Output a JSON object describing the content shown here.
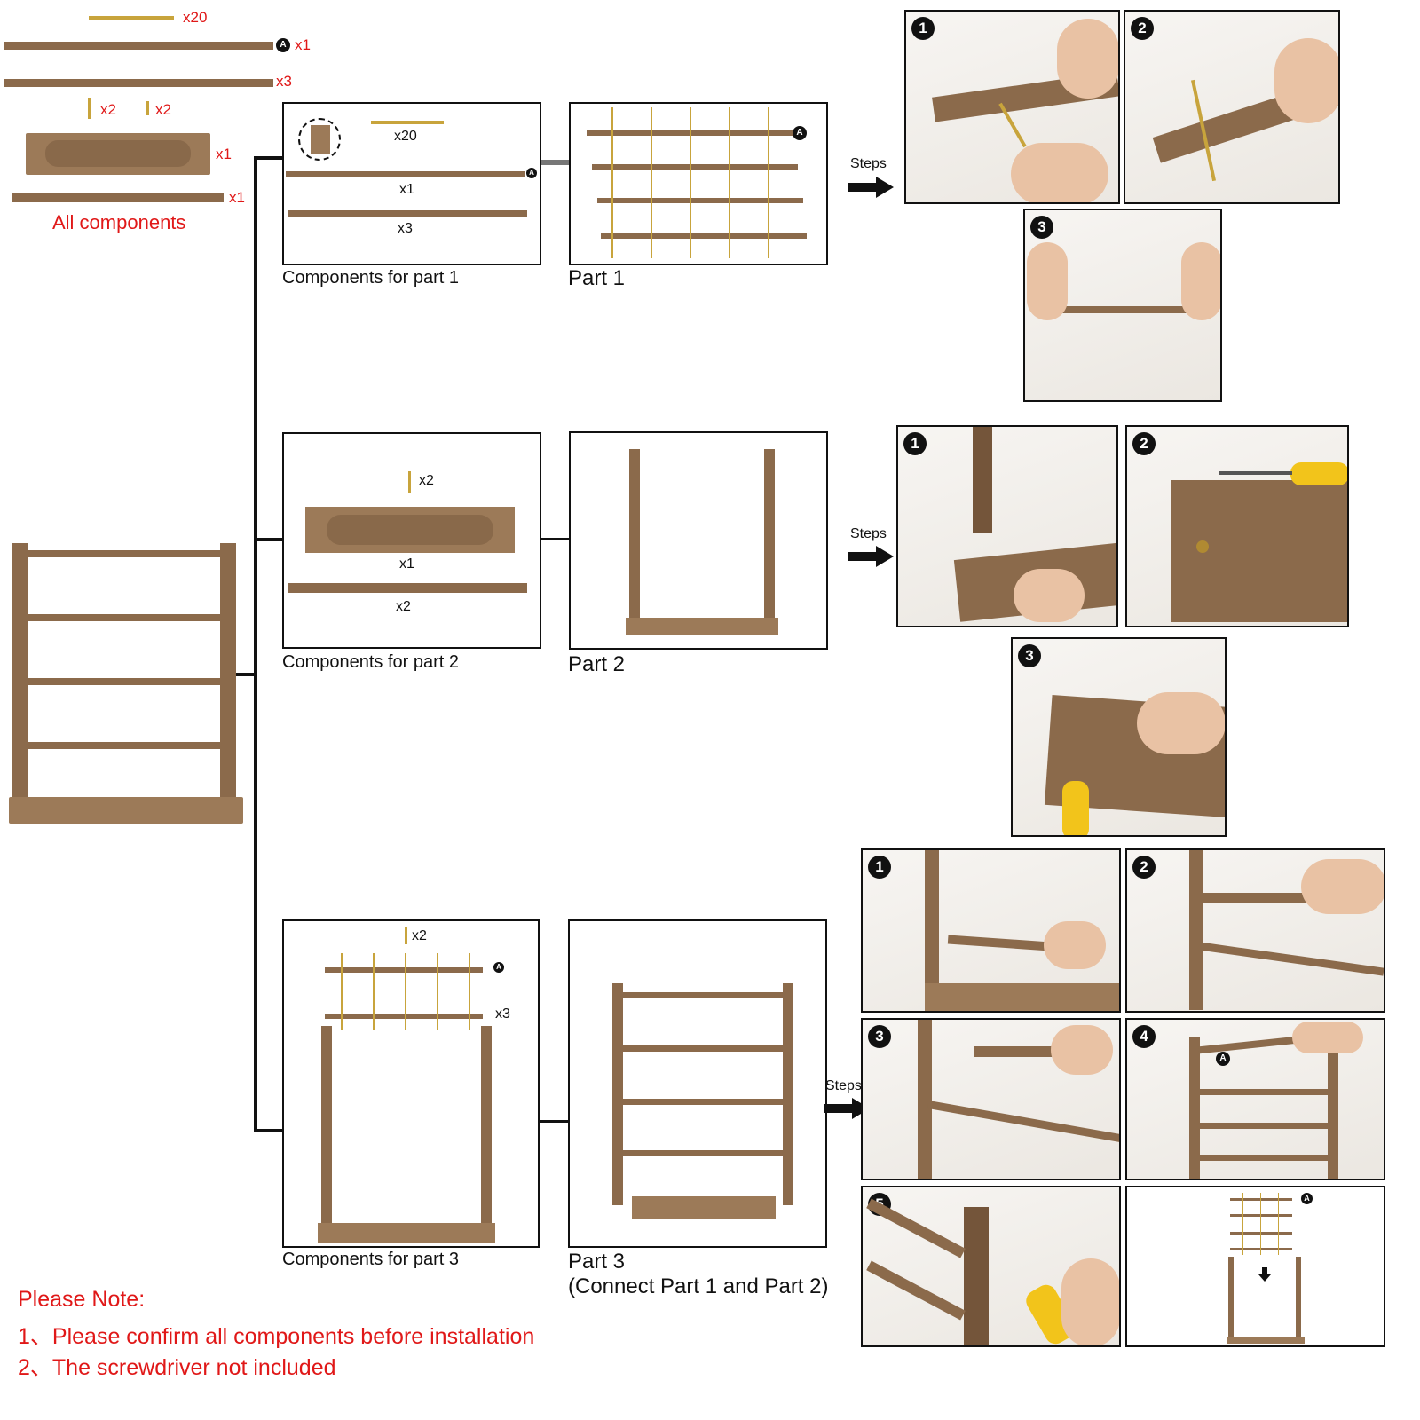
{
  "components": {
    "title": "All components",
    "qty_pins": "x20",
    "qty_rail_a": "x1",
    "rail_a_marker": "A",
    "qty_rails": "x3",
    "qty_screws_long": "x2",
    "qty_screws_short": "x2",
    "qty_base": "x1",
    "qty_slot_rail": "x1"
  },
  "part1": {
    "components_caption": "Components for part 1",
    "qty_pins": "x20",
    "qty_rail_a": "x1",
    "rail_a_marker": "A",
    "qty_rails": "x3",
    "caption": "Part 1",
    "part_marker": "A",
    "steps_label": "Steps",
    "step_numbers": [
      "1",
      "2",
      "3"
    ]
  },
  "part2": {
    "components_caption": "Components for part 2",
    "qty_screws": "x2",
    "qty_base": "x1",
    "qty_uprights": "x2",
    "caption": "Part 2",
    "steps_label": "Steps",
    "step_numbers": [
      "1",
      "2",
      "3"
    ]
  },
  "part3": {
    "components_caption": "Components for part 3",
    "qty_screws": "x2",
    "rail_a_marker": "A",
    "qty_rails": "x3",
    "caption_line1": "Part 3",
    "caption_line2": "(Connect Part 1 and Part 2)",
    "steps_label": "Steps",
    "step_numbers": [
      "1",
      "2",
      "3",
      "4",
      "5"
    ],
    "step4_marker": "A",
    "final_marker": "A"
  },
  "notes": {
    "title": "Please Note:",
    "line1": "1、Please confirm all components before installation",
    "line2": "2、The screwdriver not included"
  },
  "colors": {
    "accent_red": "#e01818",
    "wood": "#8b6a4b",
    "brass": "#c8a43c",
    "line": "#111111"
  }
}
